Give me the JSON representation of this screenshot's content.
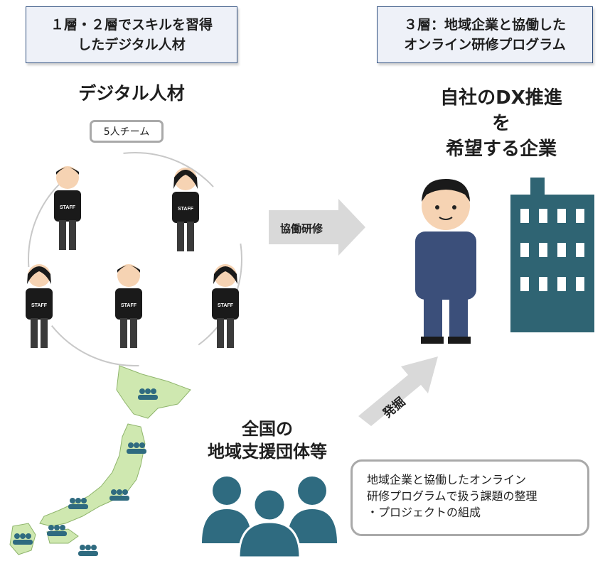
{
  "header_left": {
    "line1": "１層・２層でスキルを習得",
    "line2": "したデジタル人材"
  },
  "header_right": {
    "line1": "３層：地域企業と協働した",
    "line2": "オンライン研修プログラム"
  },
  "digital_talent_title": "デジタル人材",
  "team_label": "5人チーム",
  "staff_shirt_text": "STAFF",
  "arrow_collab_label": "協働研修",
  "company_title": {
    "line1": "自社のDX推進",
    "line2": "を",
    "line3": "希望する企業"
  },
  "arrow_discover_label": "発掘",
  "regional_title": {
    "line1": "全国の",
    "line2": "地域支援団体等"
  },
  "description": {
    "line1": "地域企業と協働したオンライン",
    "line2": "研修プログラムで扱う課題の整理",
    "line3": "・プロジェクトの組成"
  },
  "colors": {
    "header_border": "#2f4f7f",
    "header_fill": "#eef1f8",
    "building": "#2f6473",
    "people_icon": "#2f6b80",
    "map_land": "#cfe8b0",
    "arrow_gray": "#d9d9d9",
    "worker_uniform": "#3b4f7a"
  }
}
